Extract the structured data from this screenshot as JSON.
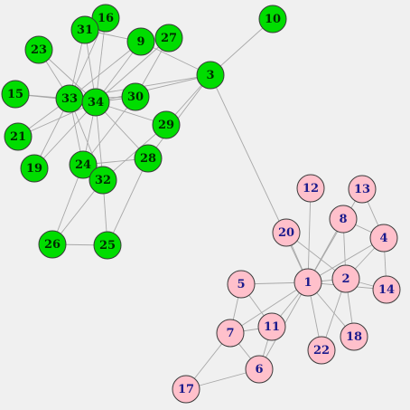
{
  "graph": {
    "colors": {
      "background": "#f0f0f0",
      "edge": "#a8a8a8",
      "green_fill": "#00dd00",
      "green_label": "#002a00",
      "pink_fill": "#ffc0cb",
      "pink_label": "#1a1a8c"
    },
    "groups": [
      {
        "id": "green",
        "nodes": [
          "3",
          "9",
          "10",
          "15",
          "16",
          "19",
          "21",
          "23",
          "24",
          "25",
          "26",
          "27",
          "28",
          "29",
          "30",
          "31",
          "32",
          "33",
          "34"
        ]
      },
      {
        "id": "pink",
        "nodes": [
          "1",
          "2",
          "4",
          "5",
          "6",
          "7",
          "8",
          "11",
          "12",
          "13",
          "14",
          "17",
          "18",
          "20",
          "22"
        ]
      }
    ],
    "nodes": [
      {
        "id": "1",
        "label": "1",
        "group": "pink"
      },
      {
        "id": "2",
        "label": "2",
        "group": "pink"
      },
      {
        "id": "3",
        "label": "3",
        "group": "green"
      },
      {
        "id": "4",
        "label": "4",
        "group": "pink"
      },
      {
        "id": "5",
        "label": "5",
        "group": "pink"
      },
      {
        "id": "6",
        "label": "6",
        "group": "pink"
      },
      {
        "id": "7",
        "label": "7",
        "group": "pink"
      },
      {
        "id": "8",
        "label": "8",
        "group": "pink"
      },
      {
        "id": "9",
        "label": "9",
        "group": "green"
      },
      {
        "id": "10",
        "label": "10",
        "group": "green"
      },
      {
        "id": "11",
        "label": "11",
        "group": "pink"
      },
      {
        "id": "12",
        "label": "12",
        "group": "pink"
      },
      {
        "id": "13",
        "label": "13",
        "group": "pink"
      },
      {
        "id": "14",
        "label": "14",
        "group": "pink"
      },
      {
        "id": "15",
        "label": "15",
        "group": "green"
      },
      {
        "id": "16",
        "label": "16",
        "group": "green"
      },
      {
        "id": "17",
        "label": "17",
        "group": "pink"
      },
      {
        "id": "18",
        "label": "18",
        "group": "pink"
      },
      {
        "id": "19",
        "label": "19",
        "group": "green"
      },
      {
        "id": "20",
        "label": "20",
        "group": "pink"
      },
      {
        "id": "21",
        "label": "21",
        "group": "green"
      },
      {
        "id": "22",
        "label": "22",
        "group": "pink"
      },
      {
        "id": "23",
        "label": "23",
        "group": "green"
      },
      {
        "id": "24",
        "label": "24",
        "group": "green"
      },
      {
        "id": "25",
        "label": "25",
        "group": "green"
      },
      {
        "id": "26",
        "label": "26",
        "group": "green"
      },
      {
        "id": "27",
        "label": "27",
        "group": "green"
      },
      {
        "id": "28",
        "label": "28",
        "group": "green"
      },
      {
        "id": "29",
        "label": "29",
        "group": "green"
      },
      {
        "id": "30",
        "label": "30",
        "group": "green"
      },
      {
        "id": "31",
        "label": "31",
        "group": "green"
      },
      {
        "id": "32",
        "label": "32",
        "group": "green"
      },
      {
        "id": "33",
        "label": "33",
        "group": "green"
      },
      {
        "id": "34",
        "label": "34",
        "group": "green"
      }
    ],
    "edges": [
      [
        "1",
        "2"
      ],
      [
        "1",
        "4"
      ],
      [
        "1",
        "5"
      ],
      [
        "1",
        "6"
      ],
      [
        "1",
        "7"
      ],
      [
        "1",
        "8"
      ],
      [
        "1",
        "11"
      ],
      [
        "1",
        "12"
      ],
      [
        "1",
        "13"
      ],
      [
        "1",
        "14"
      ],
      [
        "1",
        "18"
      ],
      [
        "1",
        "20"
      ],
      [
        "1",
        "22"
      ],
      [
        "1",
        "3"
      ],
      [
        "2",
        "4"
      ],
      [
        "2",
        "8"
      ],
      [
        "2",
        "14"
      ],
      [
        "2",
        "18"
      ],
      [
        "2",
        "22"
      ],
      [
        "2",
        "20"
      ],
      [
        "4",
        "8"
      ],
      [
        "4",
        "13"
      ],
      [
        "4",
        "14"
      ],
      [
        "5",
        "7"
      ],
      [
        "5",
        "11"
      ],
      [
        "6",
        "7"
      ],
      [
        "6",
        "11"
      ],
      [
        "6",
        "17"
      ],
      [
        "7",
        "17"
      ],
      [
        "7",
        "11"
      ],
      [
        "3",
        "10"
      ],
      [
        "3",
        "29"
      ],
      [
        "3",
        "28"
      ],
      [
        "3",
        "33"
      ],
      [
        "3",
        "34"
      ],
      [
        "3",
        "9"
      ],
      [
        "9",
        "31"
      ],
      [
        "9",
        "33"
      ],
      [
        "9",
        "34"
      ],
      [
        "15",
        "33"
      ],
      [
        "15",
        "34"
      ],
      [
        "16",
        "33"
      ],
      [
        "16",
        "34"
      ],
      [
        "19",
        "33"
      ],
      [
        "19",
        "34"
      ],
      [
        "21",
        "33"
      ],
      [
        "21",
        "34"
      ],
      [
        "23",
        "33"
      ],
      [
        "23",
        "34"
      ],
      [
        "24",
        "26"
      ],
      [
        "24",
        "28"
      ],
      [
        "24",
        "30"
      ],
      [
        "24",
        "33"
      ],
      [
        "24",
        "34"
      ],
      [
        "25",
        "26"
      ],
      [
        "25",
        "28"
      ],
      [
        "25",
        "32"
      ],
      [
        "26",
        "32"
      ],
      [
        "27",
        "30"
      ],
      [
        "27",
        "34"
      ],
      [
        "29",
        "32"
      ],
      [
        "29",
        "34"
      ],
      [
        "30",
        "33"
      ],
      [
        "30",
        "34"
      ],
      [
        "31",
        "33"
      ],
      [
        "31",
        "34"
      ],
      [
        "32",
        "33"
      ],
      [
        "32",
        "34"
      ],
      [
        "33",
        "34"
      ],
      [
        "28",
        "34"
      ]
    ]
  }
}
